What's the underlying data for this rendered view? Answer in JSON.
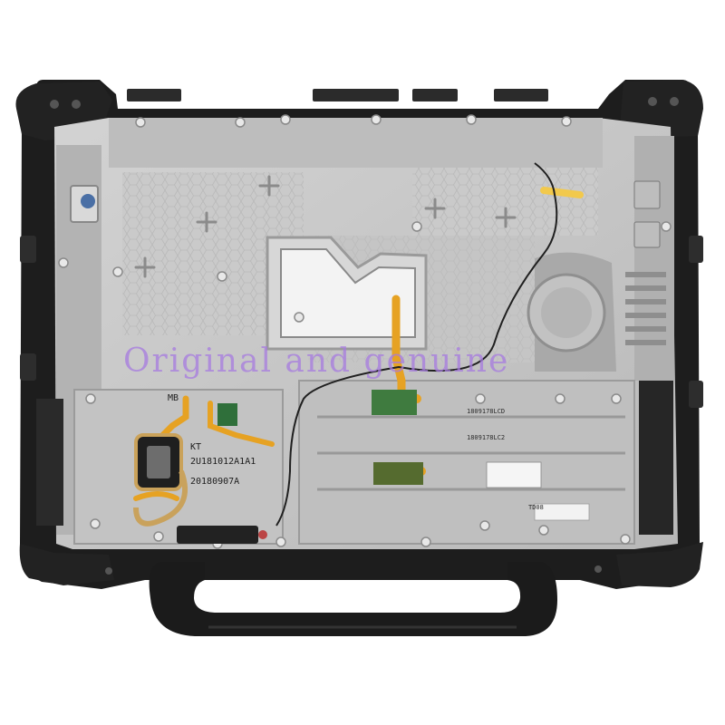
{
  "photo": {
    "background_color": "#ffffff",
    "subject": "Rugged laptop bottom chassis with carry handle"
  },
  "watermark": {
    "text": "Original and genuine",
    "color": "#a77be0"
  },
  "chassis_labels": {
    "kt_label": "KT",
    "part_code": "2U181012A1A1",
    "date_code": "20180907A",
    "lcd_code_1": "1809178LCD",
    "lcd_code_2": "1809178LC2",
    "mb_tag": "MB",
    "label_stamp": "TD08"
  },
  "colors": {
    "rubber": "#1d1d1d",
    "metal": "#c7c7c7",
    "metal_dark": "#9b9b9b",
    "flex_cable": "#e6a223",
    "tape": "#f2c94c"
  }
}
